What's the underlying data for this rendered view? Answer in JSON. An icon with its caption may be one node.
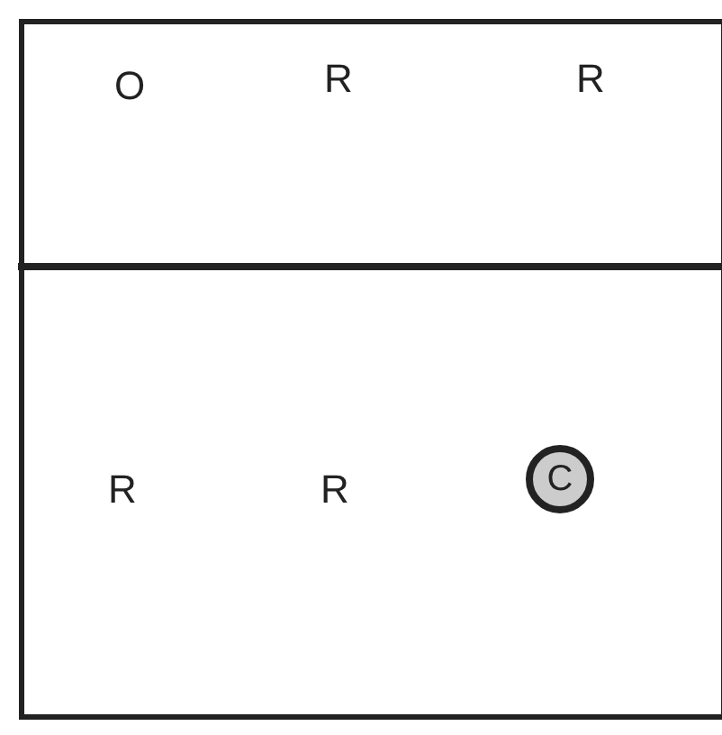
{
  "diagram": {
    "nodes": [
      {
        "text": [
          "C"
        ]
      }
    ],
    "labels": [
      "O",
      "R",
      "R",
      "R",
      "R"
    ]
  }
}
